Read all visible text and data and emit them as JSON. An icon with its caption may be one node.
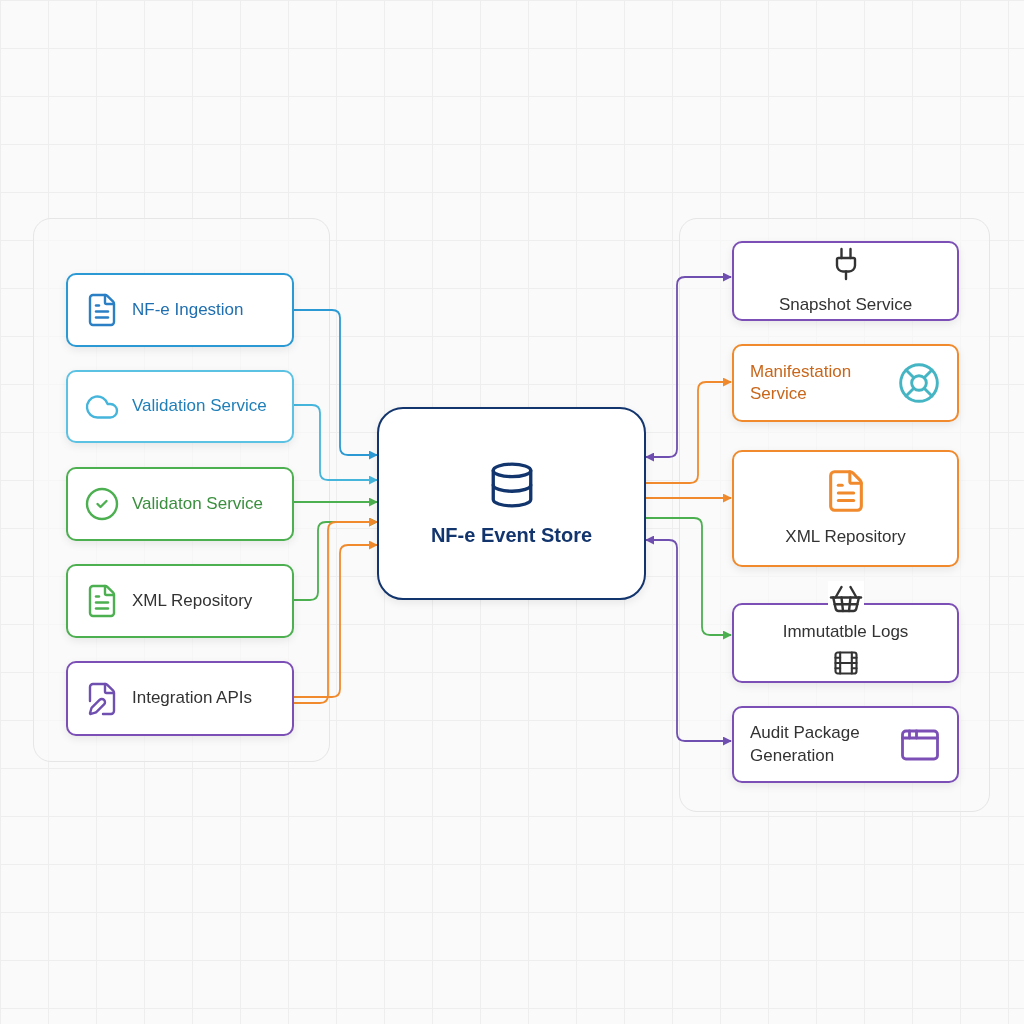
{
  "diagram": {
    "nodes": [
      {
        "text": [],
        "shape": "box"
      },
      {
        "text": [
          "NF-e Ingestion"
        ],
        "in": 0
      },
      {
        "text": [
          "Validation Service"
        ],
        "in": 0
      },
      {
        "text": [
          "Validaton Service"
        ],
        "in": 0
      },
      {
        "text": [
          "XML Repository"
        ],
        "in": 0
      },
      {
        "text": [
          "Integration APIs"
        ],
        "in": 0
      },
      {
        "text": [
          "NF-e Event Store"
        ]
      },
      {
        "text": [],
        "shape": "box"
      },
      {
        "text": [
          "Snapshot Service"
        ],
        "in": 7
      },
      {
        "text": [
          "Manifestation Service"
        ],
        "in": 7
      },
      {
        "text": [
          "XML Repository"
        ],
        "in": 7
      },
      {
        "text": [
          "Immutatble Logs"
        ],
        "in": 7
      },
      {
        "text": [
          "Audit Package Generation"
        ],
        "in": 7
      }
    ],
    "edges": [
      {
        "from": 1,
        "to": 6,
        "arrow": "to",
        "color": "#2b9ad4"
      },
      {
        "from": 2,
        "to": 6,
        "arrow": "to",
        "color": "#45b5dc"
      },
      {
        "from": 3,
        "to": 6,
        "arrow": "to",
        "color": "#4caf50"
      },
      {
        "from": 4,
        "to": 6,
        "arrow": "to",
        "color": "#4caf50"
      },
      {
        "from": 5,
        "to": 6,
        "arrow": "to",
        "color": "#f08a2c"
      },
      {
        "from": 5,
        "to": 6,
        "arrow": "to",
        "color": "#f08a2c"
      },
      {
        "from": 6,
        "to": 8,
        "arrow": "both",
        "color": "#6f4fb0"
      },
      {
        "from": 6,
        "to": 9,
        "arrow": "to",
        "color": "#f08a2c"
      },
      {
        "from": 6,
        "to": 10,
        "arrow": "to",
        "color": "#f08a2c"
      },
      {
        "from": 6,
        "to": 11,
        "arrow": "to",
        "color": "#4caf50"
      },
      {
        "from": 6,
        "to": 12,
        "arrow": "both",
        "color": "#6f4fb0"
      }
    ]
  }
}
